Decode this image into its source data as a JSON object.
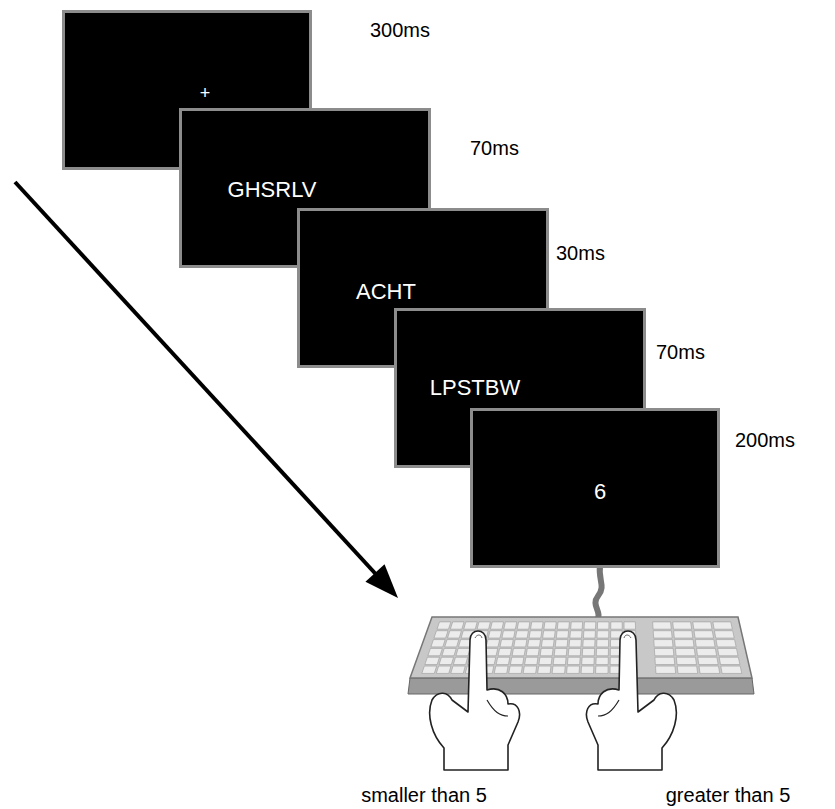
{
  "diagram": {
    "nodes": [
      {
        "text": [
          "+"
        ]
      },
      {
        "text": [
          "GHSRLV"
        ]
      },
      {
        "text": [
          "ACHT"
        ]
      },
      {
        "text": [
          "LPSTBW"
        ]
      },
      {
        "text": [
          "6"
        ]
      }
    ],
    "labels": [
      "300ms",
      "70ms",
      "30ms",
      "70ms",
      "200ms",
      "smaller than 5",
      "greater than 5"
    ]
  }
}
